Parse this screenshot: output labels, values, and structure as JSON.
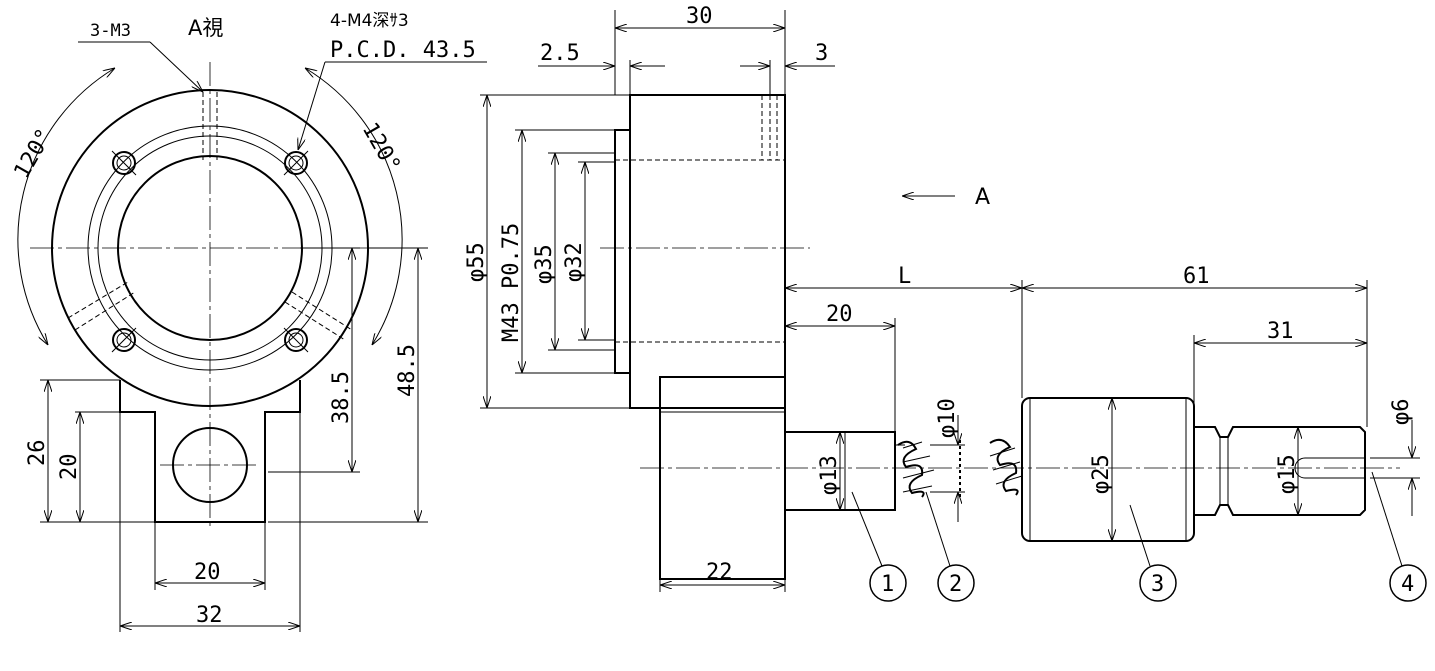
{
  "front_view": {
    "label_3m3": "3-M3",
    "view_label": "A視",
    "label_4m4": "4-M4深ｻ3",
    "label_pcd": "P.C.D. 43.5",
    "angle_left": "120°",
    "angle_right": "120°",
    "dim_38_5": "38.5",
    "dim_48_5": "48.5",
    "dim_26": "26",
    "dim_20_v": "20",
    "dim_20_h": "20",
    "dim_32": "32"
  },
  "side_view": {
    "dim_30": "30",
    "dim_2_5": "2.5",
    "dim_3": "3",
    "dim_phi55": "φ55",
    "dim_m43": "M43 P0.75",
    "dim_phi35": "φ35",
    "dim_phi32": "φ32",
    "dim_22": "22",
    "arrow_a_label": "A"
  },
  "shaft_view": {
    "dim_L": "L",
    "dim_61": "61",
    "dim_20": "20",
    "dim_31": "31",
    "dim_phi10": "φ10",
    "dim_phi13": "φ13",
    "dim_phi25": "φ25",
    "dim_phi15": "φ15",
    "dim_phi6": "φ6"
  },
  "balloons": [
    "1",
    "2",
    "3",
    "4"
  ]
}
